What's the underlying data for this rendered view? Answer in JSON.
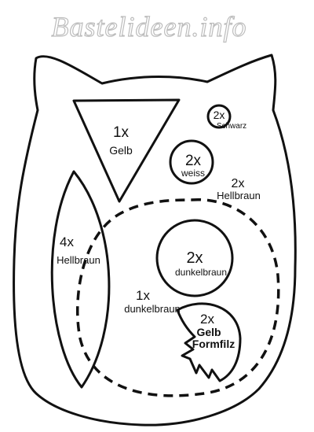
{
  "watermark": "Bastelideen.info",
  "pieces": {
    "triangle": {
      "count": "1x",
      "color": "Gelb"
    },
    "small_circle": {
      "count": "2x",
      "color": "Schwarz"
    },
    "medium_circle": {
      "count": "2x",
      "color": "weiss"
    },
    "head_label": {
      "count": "2x",
      "color": "Hellbraun"
    },
    "wing": {
      "count": "4x",
      "color": "Hellbraun"
    },
    "large_circle": {
      "count": "2x",
      "color": "dunkelbraun"
    },
    "belly": {
      "count": "1x",
      "color": "dunkelbraun"
    },
    "feet": {
      "count": "2x",
      "color": "Gelb",
      "material": "Formfilz"
    }
  },
  "colors": {
    "outline": "#111111",
    "background": "#ffffff",
    "watermark_stroke": "#bdbdbd"
  }
}
